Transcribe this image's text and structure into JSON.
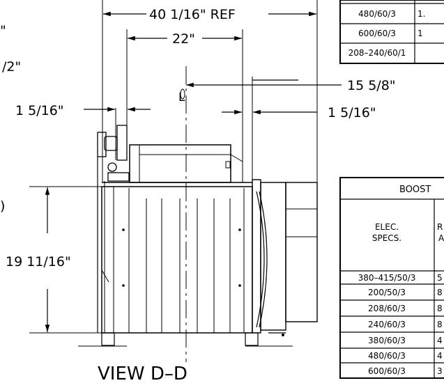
{
  "drawing": {
    "dims": {
      "ref_width": "40  1/16\" REF",
      "width_22": "22\"",
      "offset_15": "15  5/8\"",
      "left_1516": "1  5/16\"",
      "right_1516": "1  5/16\"",
      "height_19": "19  11/16\"",
      "edge_quote": "\"",
      "edge_half": "/2\"",
      "edge_paren": ")",
      "centerline": "L"
    },
    "view_label": "VIEW  D–D"
  },
  "top_table": {
    "rows": [
      {
        "spec": "480/60/3",
        "val": "1."
      },
      {
        "spec": "600/60/3",
        "val": "1"
      },
      {
        "spec": "208–240/60/1",
        "val": ""
      }
    ]
  },
  "booster_table": {
    "title": "BOOST",
    "col1_line1": "ELEC.",
    "col1_line2": "SPECS.",
    "col2_line1": "R",
    "col2_line2": "A",
    "rows": [
      {
        "spec": "380–415/50/3",
        "val": "5"
      },
      {
        "spec": "200/50/3",
        "val": "8"
      },
      {
        "spec": "208/60/3",
        "val": "8"
      },
      {
        "spec": "240/60/3",
        "val": "8"
      },
      {
        "spec": "380/60/3",
        "val": "4"
      },
      {
        "spec": "480/60/3",
        "val": "4"
      },
      {
        "spec": "600/60/3",
        "val": "3"
      }
    ]
  }
}
